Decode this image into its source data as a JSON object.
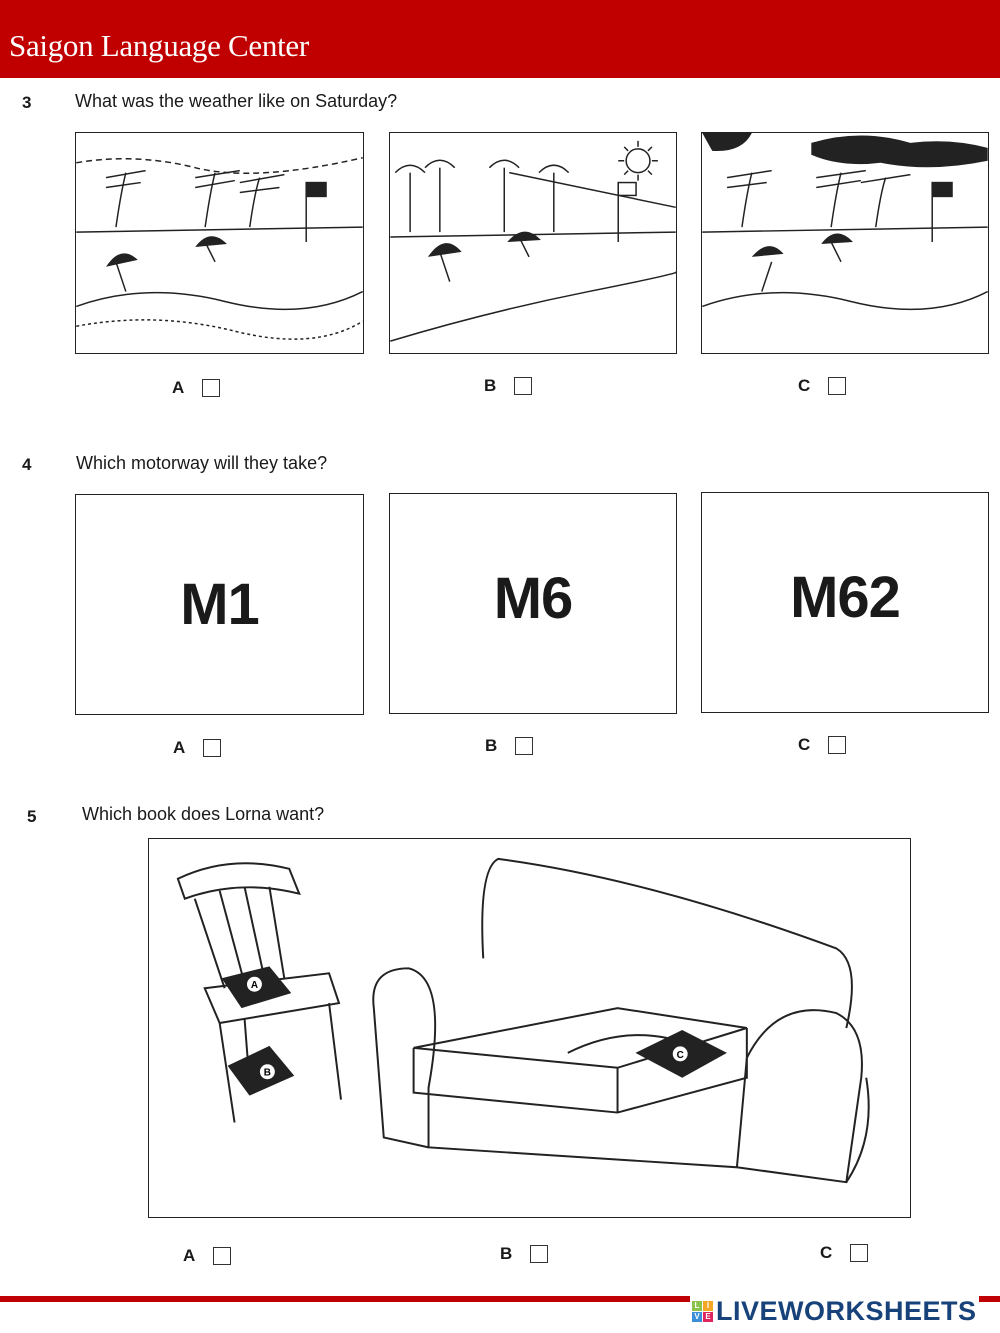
{
  "header": {
    "title": "Saigon Language Center"
  },
  "questions": [
    {
      "number": "3",
      "text": "What was the weather like on Saturday?",
      "options": [
        "A",
        "B",
        "C"
      ]
    },
    {
      "number": "4",
      "text": "Which motorway will they take?",
      "options": [
        "A",
        "B",
        "C"
      ],
      "signs": [
        "M1",
        "M6",
        "M62"
      ]
    },
    {
      "number": "5",
      "text": "Which book does Lorna want?",
      "options": [
        "A",
        "B",
        "C"
      ],
      "book_labels": [
        "A",
        "B",
        "C"
      ]
    }
  ],
  "footer": {
    "logo_text": "LIVEWORKSHEETS",
    "logo_cubes": [
      "L",
      "I",
      "V",
      "E"
    ]
  },
  "colors": {
    "brand_red": "#c00000",
    "logo_blue": "#17427a"
  }
}
